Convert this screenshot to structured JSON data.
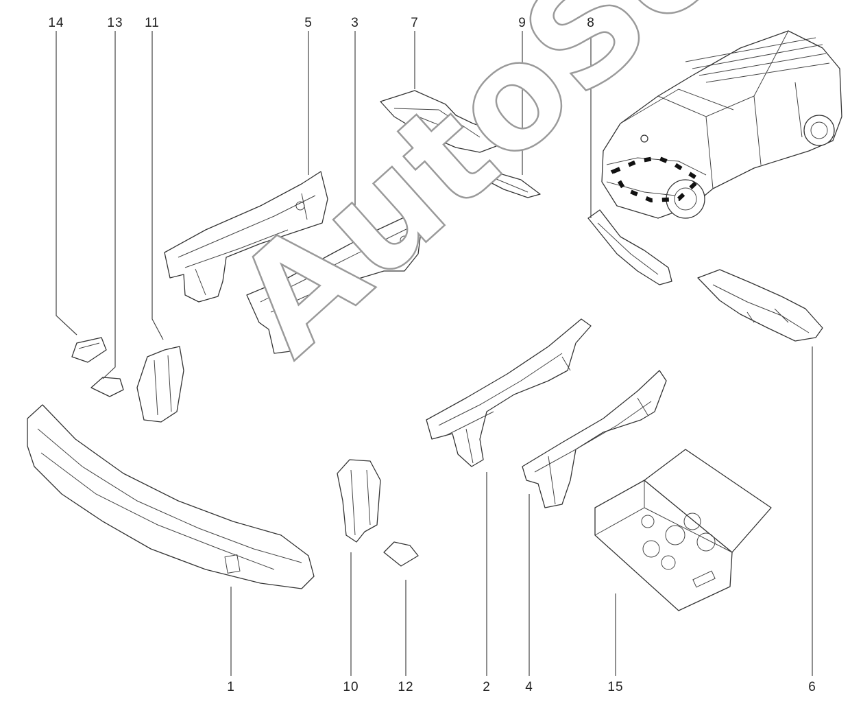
{
  "watermark": "AutoSoft",
  "callouts": [
    {
      "id": "callout-14",
      "label": "14"
    },
    {
      "id": "callout-13",
      "label": "13"
    },
    {
      "id": "callout-11",
      "label": "11"
    },
    {
      "id": "callout-5",
      "label": "5"
    },
    {
      "id": "callout-3",
      "label": "3"
    },
    {
      "id": "callout-7",
      "label": "7"
    },
    {
      "id": "callout-9",
      "label": "9"
    },
    {
      "id": "callout-8",
      "label": "8"
    },
    {
      "id": "callout-1",
      "label": "1"
    },
    {
      "id": "callout-10",
      "label": "10"
    },
    {
      "id": "callout-12",
      "label": "12"
    },
    {
      "id": "callout-2",
      "label": "2"
    },
    {
      "id": "callout-4",
      "label": "4"
    },
    {
      "id": "callout-15",
      "label": "15"
    },
    {
      "id": "callout-6",
      "label": "6"
    }
  ]
}
